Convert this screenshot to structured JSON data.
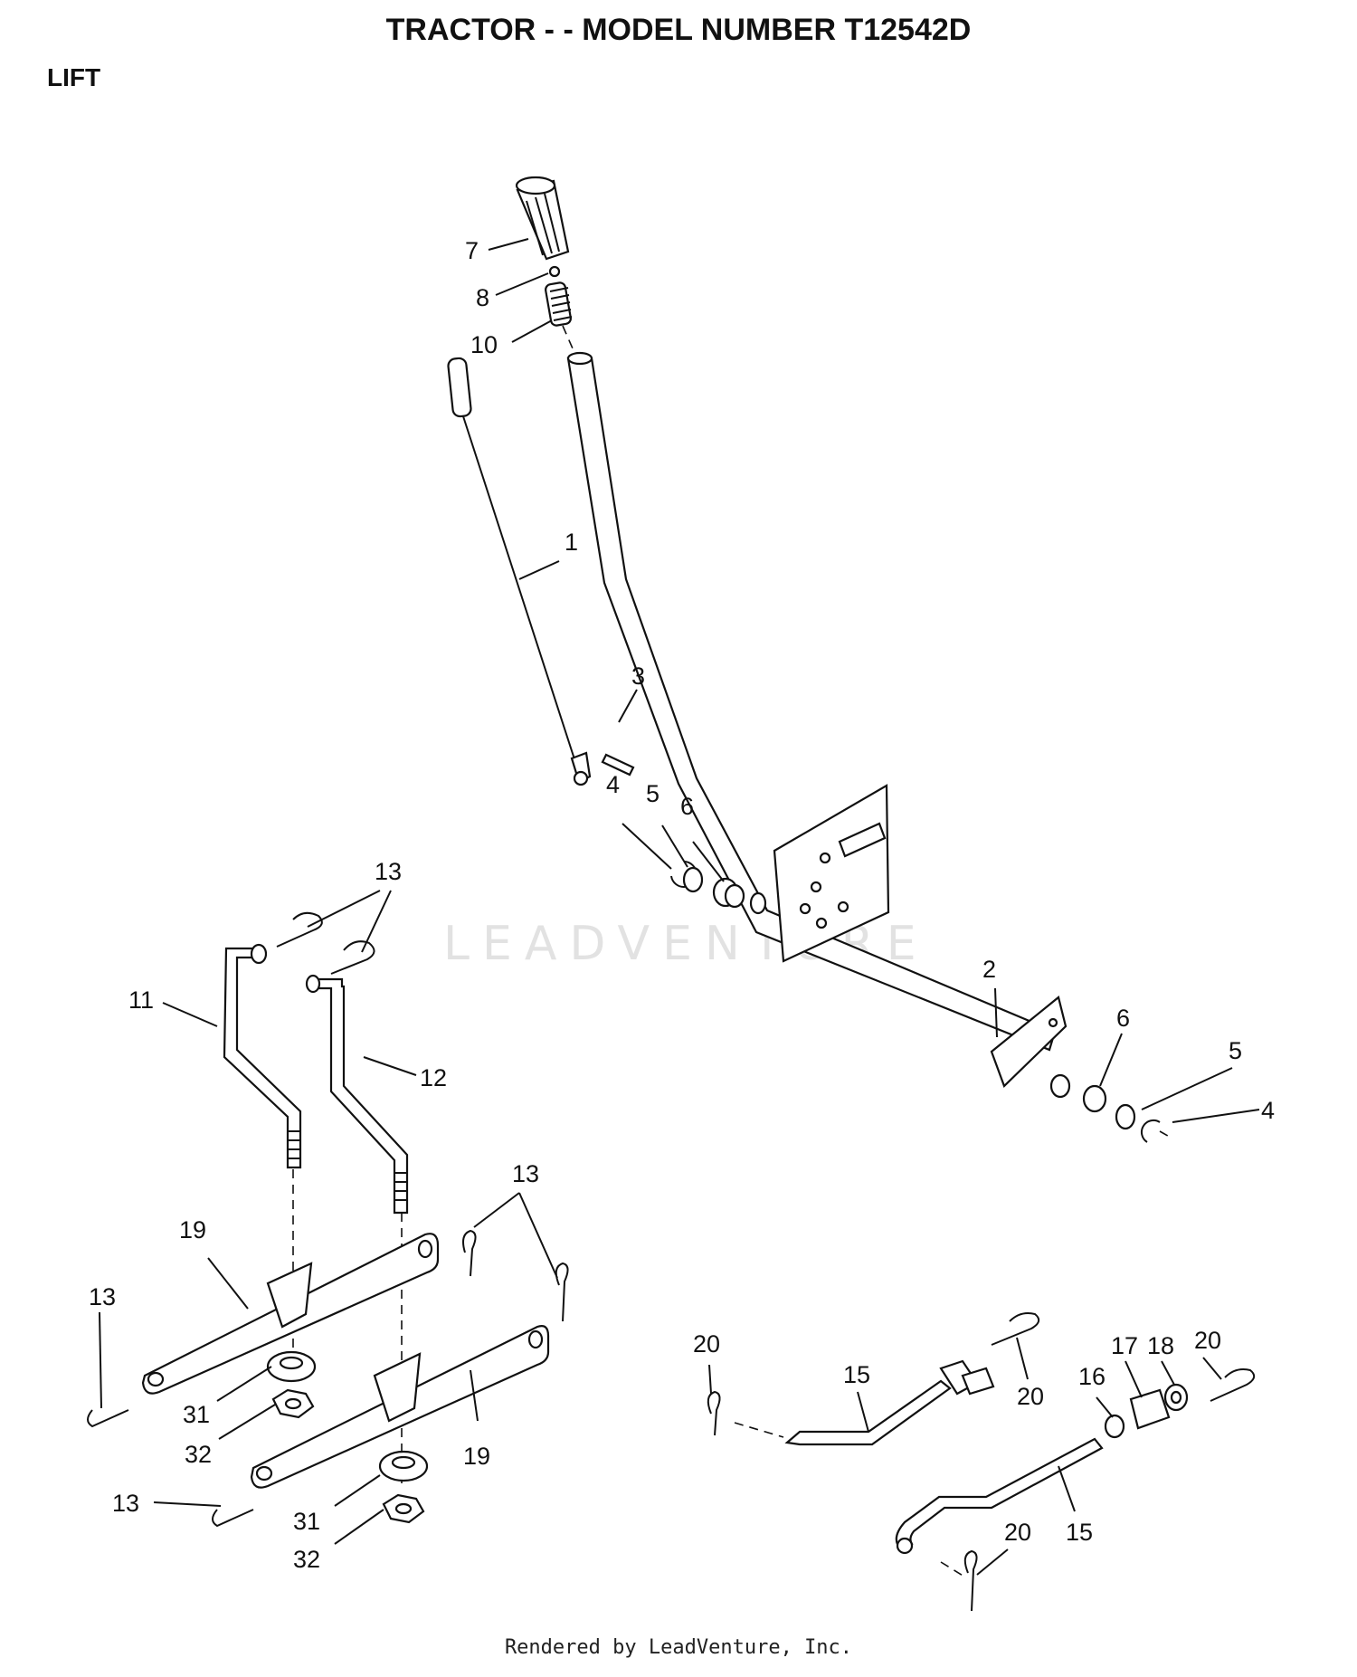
{
  "header": {
    "title": "TRACTOR - - MODEL NUMBER T12542D",
    "section": "LIFT"
  },
  "watermark": "LEADVENTURE",
  "footer": "Rendered by LeadVenture, Inc.",
  "callouts": [
    {
      "id": "c7",
      "text": "7"
    },
    {
      "id": "c8",
      "text": "8"
    },
    {
      "id": "c10",
      "text": "10"
    },
    {
      "id": "c1",
      "text": "1"
    },
    {
      "id": "c3",
      "text": "3"
    },
    {
      "id": "c4a",
      "text": "4"
    },
    {
      "id": "c5a",
      "text": "5"
    },
    {
      "id": "c6a",
      "text": "6"
    },
    {
      "id": "c13a",
      "text": "13"
    },
    {
      "id": "c11",
      "text": "11"
    },
    {
      "id": "c12",
      "text": "12"
    },
    {
      "id": "c2",
      "text": "2"
    },
    {
      "id": "c6b",
      "text": "6"
    },
    {
      "id": "c5b",
      "text": "5"
    },
    {
      "id": "c4b",
      "text": "4"
    },
    {
      "id": "c13b",
      "text": "13"
    },
    {
      "id": "c19a",
      "text": "19"
    },
    {
      "id": "c13c",
      "text": "13"
    },
    {
      "id": "c31a",
      "text": "31"
    },
    {
      "id": "c32a",
      "text": "32"
    },
    {
      "id": "c19b",
      "text": "19"
    },
    {
      "id": "c13d",
      "text": "13"
    },
    {
      "id": "c31b",
      "text": "31"
    },
    {
      "id": "c32b",
      "text": "32"
    },
    {
      "id": "c20a",
      "text": "20"
    },
    {
      "id": "c15a",
      "text": "15"
    },
    {
      "id": "c20b",
      "text": "20"
    },
    {
      "id": "c16",
      "text": "16"
    },
    {
      "id": "c17",
      "text": "17"
    },
    {
      "id": "c18",
      "text": "18"
    },
    {
      "id": "c20c",
      "text": "20"
    },
    {
      "id": "c20d",
      "text": "20"
    },
    {
      "id": "c15b",
      "text": "15"
    }
  ]
}
